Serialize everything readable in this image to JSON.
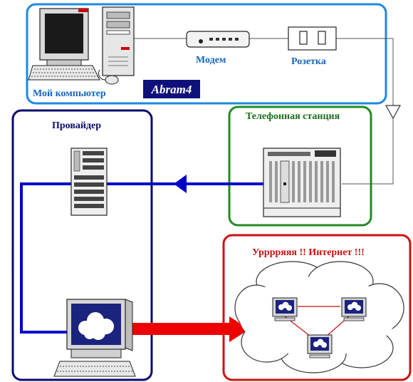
{
  "labels": {
    "my_computer": "Мой компьютер",
    "logo": "Abram4",
    "modem": "Модем",
    "socket": "Розетка",
    "provider": "Провайдер",
    "phone_station": "Телефонная станция",
    "internet": "Урррряяя !! Интернет !!!"
  },
  "colors": {
    "computer_box": "#1e88e5",
    "provider_box": "#0a0a6e",
    "station_box": "#228b22",
    "internet_box": "#cc1111",
    "label_blue": "#1565c0",
    "label_dark": "#0a0a6e",
    "label_green": "#1b6b1b",
    "label_red": "#cc1111",
    "link_blue": "#0000cc",
    "arrow_red": "#ee0000"
  }
}
